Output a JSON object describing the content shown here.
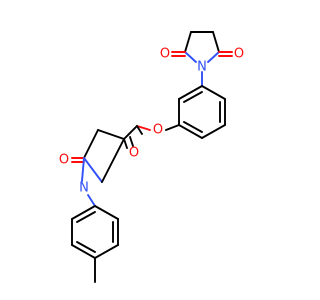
{
  "molecule": {
    "atoms": {
      "o_imide_left": "O",
      "o_imide_right": "O",
      "n_imide": "N",
      "o_ester": "O",
      "o_carbonyl_ester": "O",
      "o_lactam": "O",
      "n_lactam": "N"
    },
    "colors": {
      "carbon": "#000000",
      "oxygen": "#ff0d0d",
      "nitrogen": "#3050f8"
    }
  }
}
